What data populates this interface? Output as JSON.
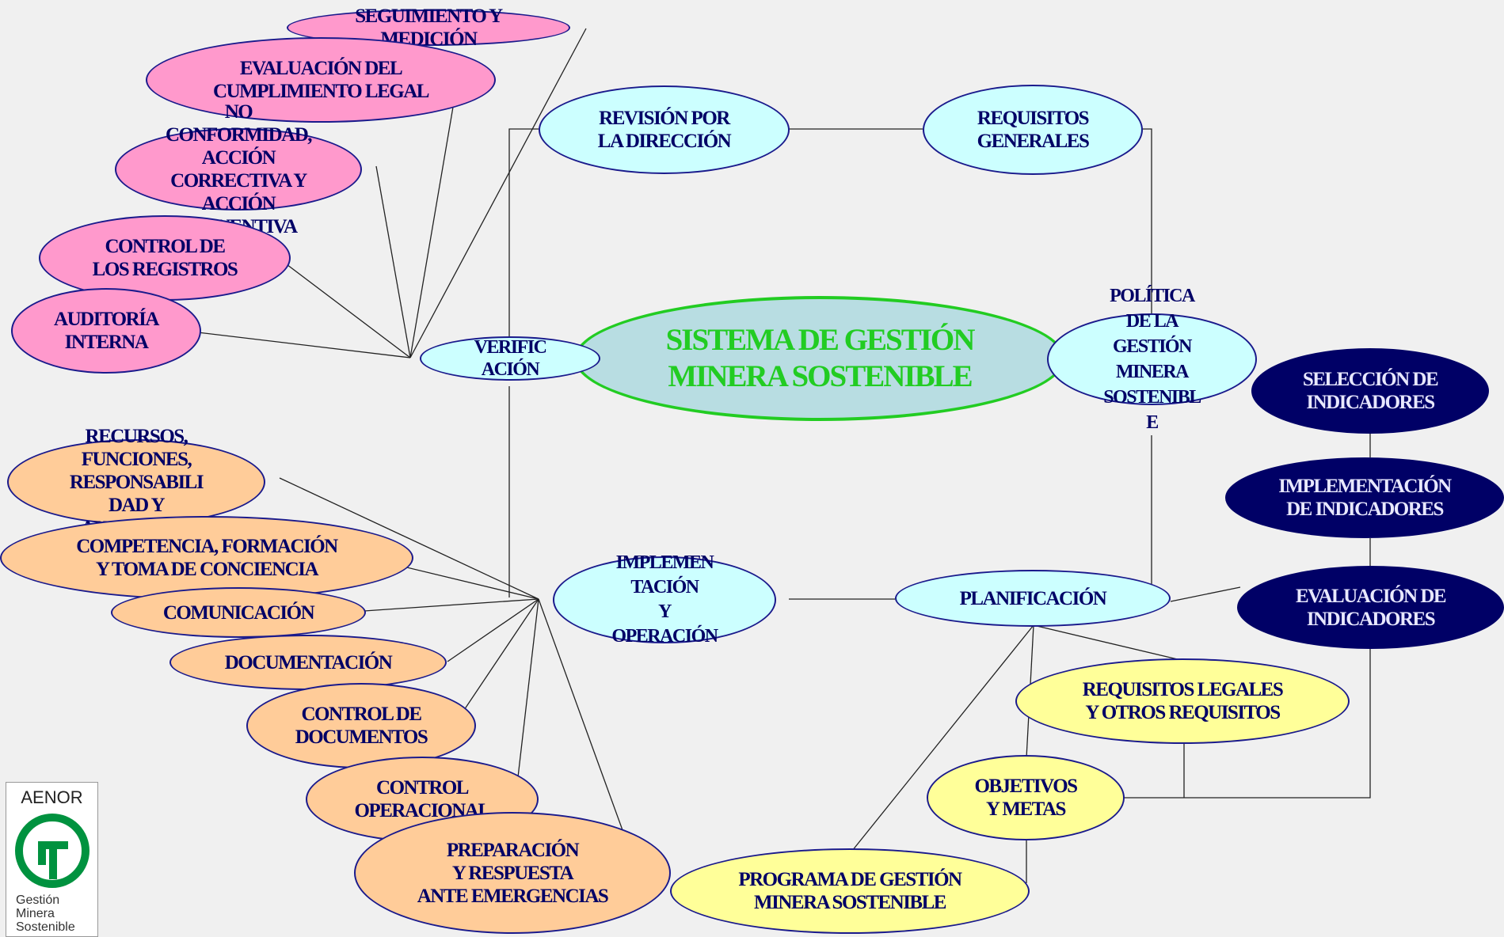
{
  "diagram": {
    "center": "SISTEMA DE GESTIÓN\nMINERA SOSTENIBLE",
    "hubs": {
      "verificacion": "VERIFIC\nACIÓN",
      "revision": "REVISIÓN POR\nLA DIRECCIÓN",
      "requisitos_generales": "REQUISITOS\nGENERALES",
      "politica": "POLÍTICA\nDE LA\nGESTIÓN\nMINERA\nSOSTENIBL\nE",
      "implementacion": "IMPLEMEN\nTACIÓN\nY\nOPERACIÓN",
      "planificacion": "PLANIFICACIÓN"
    },
    "verificacion_items": [
      "SEGUIMIENTO Y\nMEDICIÓN",
      "EVALUACIÓN DEL\nCUMPLIMIENTO LEGAL",
      "NO\nCONFORMIDAD,\nACCIÓN\nCORRECTIVA Y\nACCIÓN\nPREVENTIVA",
      "CONTROL DE\nLOS REGISTROS",
      "AUDITORÍA\nINTERNA"
    ],
    "implementacion_items": [
      "RECURSOS,\nFUNCIONES,\nRESPONSABILI\nDAD Y\nAUTORIDAD",
      "COMPETENCIA, FORMACIÓN\nY TOMA DE CONCIENCIA",
      "COMUNICACIÓN",
      "DOCUMENTACIÓN",
      "CONTROL DE\nDOCUMENTOS",
      "CONTROL\nOPERACIONAL",
      "PREPARACIÓN\nY RESPUESTA\nANTE EMERGENCIAS"
    ],
    "indicadores": [
      "SELECCIÓN DE\nINDICADORES",
      "IMPLEMENTACIÓN\nDE INDICADORES",
      "EVALUACIÓN DE\nINDICADORES"
    ],
    "planificacion_items": [
      "REQUISITOS LEGALES\nY OTROS REQUISITOS",
      "OBJETIVOS\nY METAS",
      "PROGRAMA DE GESTIÓN\nMINERA SOSTENIBLE"
    ]
  },
  "logo": {
    "title": "AENOR",
    "caption": "Gestión\nMinera\nSostenible",
    "icon": "aenor-gms-logo-icon"
  },
  "colors": {
    "verificacion": "#ff99cc",
    "implementacion": "#ffcc99",
    "hubs": "#ccffff",
    "indicadores": "#000066",
    "planificacion": "#ffff99",
    "center_border": "#22cc22"
  }
}
